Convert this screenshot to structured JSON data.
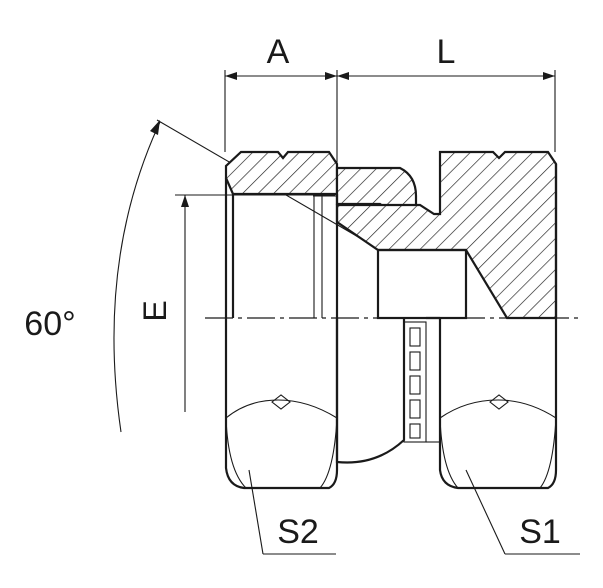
{
  "labels": {
    "dim_a": "A",
    "dim_l": "L",
    "dim_e": "E",
    "angle": "60°",
    "s2": "S2",
    "s1": "S1"
  },
  "colors": {
    "ink": "#1a1a1a",
    "background": "#ffffff"
  }
}
